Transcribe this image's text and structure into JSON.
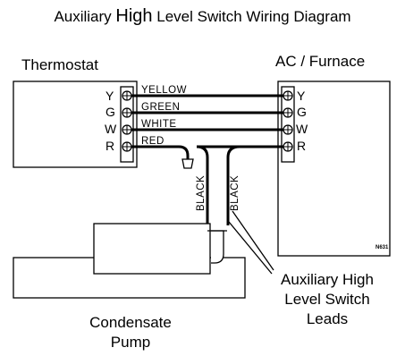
{
  "title": {
    "prefix": "Auxiliary ",
    "emphasis": "High",
    "suffix": " Level Switch Wiring Diagram"
  },
  "thermostat": {
    "label": "Thermostat",
    "terminals": [
      "Y",
      "G",
      "W",
      "R"
    ]
  },
  "furnace": {
    "label": "AC / Furnace",
    "terminals": [
      "Y",
      "G",
      "W",
      "R"
    ],
    "part_number": "N631"
  },
  "wires": {
    "yellow": "YELLOW",
    "green": "GREEN",
    "white": "WHITE",
    "red": "RED",
    "black_left": "BLACK",
    "black_right": "BLACK"
  },
  "pump": {
    "label_line1": "Condensate",
    "label_line2": "Pump"
  },
  "callout": {
    "line1": "Auxiliary High",
    "line2": "Level Switch",
    "line3": "Leads"
  },
  "colors": {
    "line": "#000000",
    "background": "#ffffff"
  }
}
